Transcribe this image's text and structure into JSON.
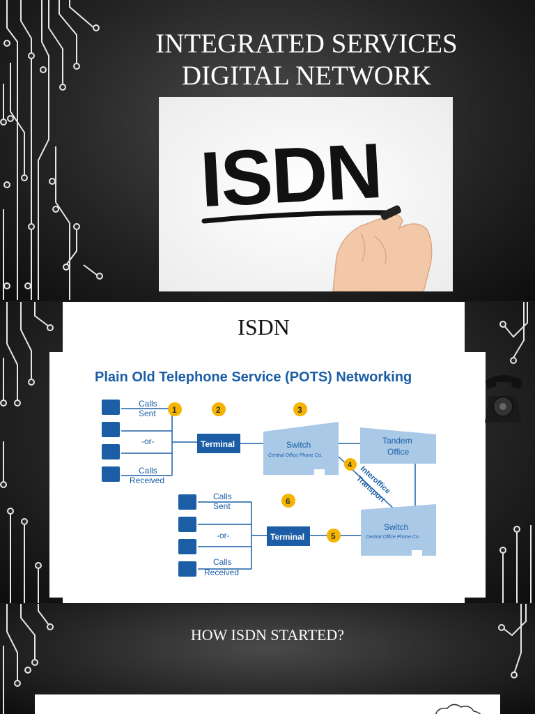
{
  "slide1": {
    "title": "INTEGRATED SERVICES DIGITAL NETWORK",
    "image_text": "ISDN"
  },
  "slide2": {
    "title": "ISDN",
    "diagram": {
      "heading": "Plain Old Telephone Service (POTS) Networking",
      "calls_sent": "Calls Sent",
      "or": "-or-",
      "calls_received": "Calls Received",
      "terminal": "Terminal",
      "switch": "Switch",
      "switch_sub": "Central Office Phone Co.",
      "tandem": "Tandem Office",
      "interoffice": "Interoffice Transport",
      "badges": [
        "1",
        "2",
        "3",
        "4",
        "5",
        "6"
      ]
    }
  },
  "slide3": {
    "title": "HOW ISDN STARTED?"
  },
  "colors": {
    "blue": "#1b5ea6",
    "lightblue": "#a9c9e6",
    "orange": "#f4b400"
  }
}
